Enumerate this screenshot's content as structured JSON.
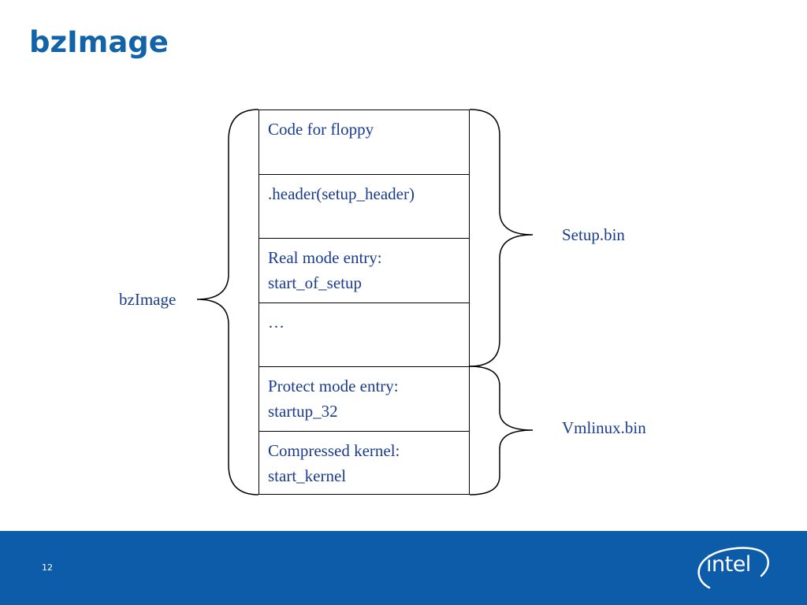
{
  "slide": {
    "title": "bzImage",
    "page_number": "12"
  },
  "diagram": {
    "cells": [
      {
        "lines": [
          "Code for floppy"
        ]
      },
      {
        "lines": [
          ".header(setup_header)"
        ]
      },
      {
        "lines": [
          "Real mode entry:",
          "start_of_setup"
        ]
      },
      {
        "lines": [
          "…"
        ]
      },
      {
        "lines": [
          "Protect mode entry:",
          "startup_32"
        ]
      },
      {
        "lines": [
          "Compressed kernel:",
          "start_kernel"
        ]
      }
    ],
    "left_label": "bzImage",
    "right_labels": {
      "setup": "Setup.bin",
      "vmlinux": "Vmlinux.bin"
    }
  },
  "logo": {
    "text": "intel"
  },
  "colors": {
    "title": "#1263a8",
    "text": "#1a3c8e",
    "footer": "#0d5ca9"
  }
}
